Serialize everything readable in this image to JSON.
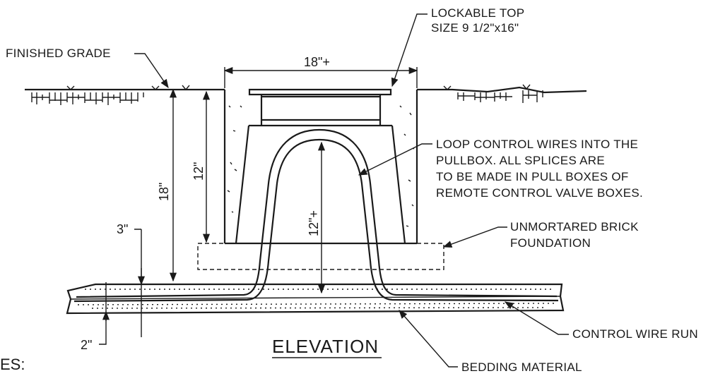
{
  "labels": {
    "lockable_top_1": "LOCKABLE TOP",
    "lockable_top_2": "SIZE 9 1/2\"x16\"",
    "finished_grade": "FINISHED GRADE",
    "loop_1": "LOOP CONTROL WIRES INTO THE",
    "loop_2": "PULLBOX.  ALL SPLICES ARE",
    "loop_3": "TO BE MADE IN PULL BOXES OF",
    "loop_4": "REMOTE CONTROL VALVE BOXES.",
    "brick_1": "UNMORTARED BRICK",
    "brick_2": "FOUNDATION",
    "control_wire_run": "CONTROL WIRE RUN",
    "bedding_material": "BEDDING MATERIAL",
    "title": "ELEVATION",
    "notes": "ES:"
  },
  "dimensions": {
    "width": "18\"+",
    "box_height": "12\"",
    "total_depth": "18\"",
    "loop_height": "12\"+",
    "top_gap": "3\"",
    "bottom_gap": "2\""
  }
}
